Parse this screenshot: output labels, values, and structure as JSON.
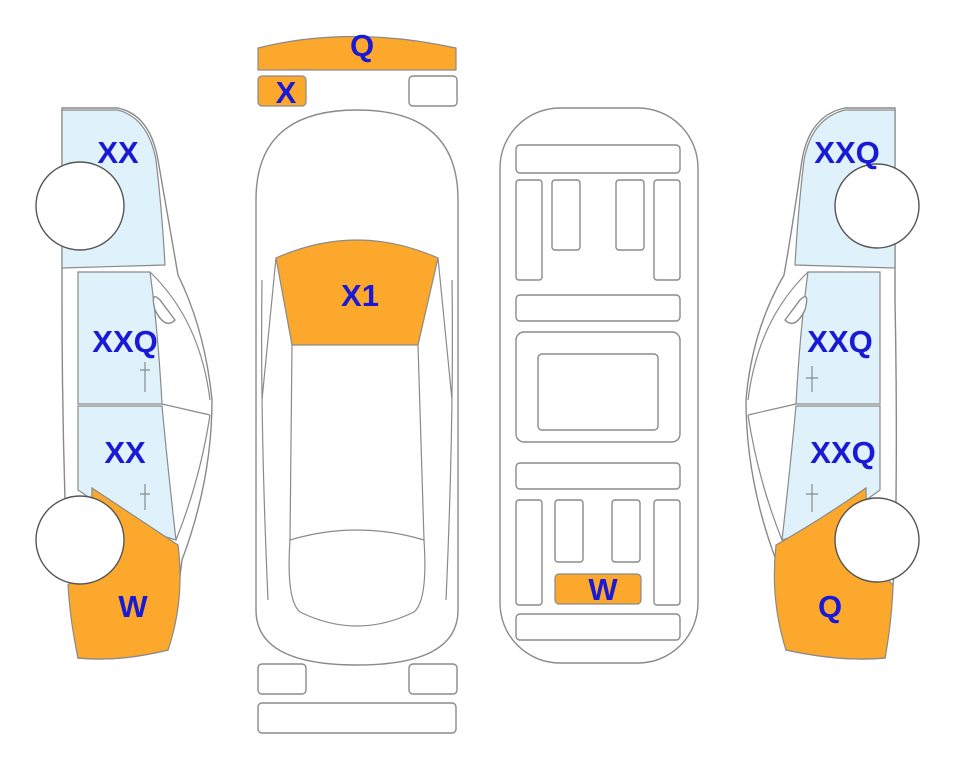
{
  "colors": {
    "damage": "#fba82c",
    "glass_marked": "#dff2fb",
    "label": "#1a1ad6",
    "outline": "#8a8a8a"
  },
  "labels": {
    "front_bumper": "Q",
    "front_left_lamp": "X",
    "left_front_fender": "XX",
    "left_front_door": "XXQ",
    "left_rear_door": "XX",
    "left_rear_quarter": "W",
    "hood": "X1",
    "underbody_rear": "W",
    "right_front_fender": "XXQ",
    "right_front_door": "XXQ",
    "right_rear_door": "XXQ",
    "right_rear_quarter": "Q"
  }
}
